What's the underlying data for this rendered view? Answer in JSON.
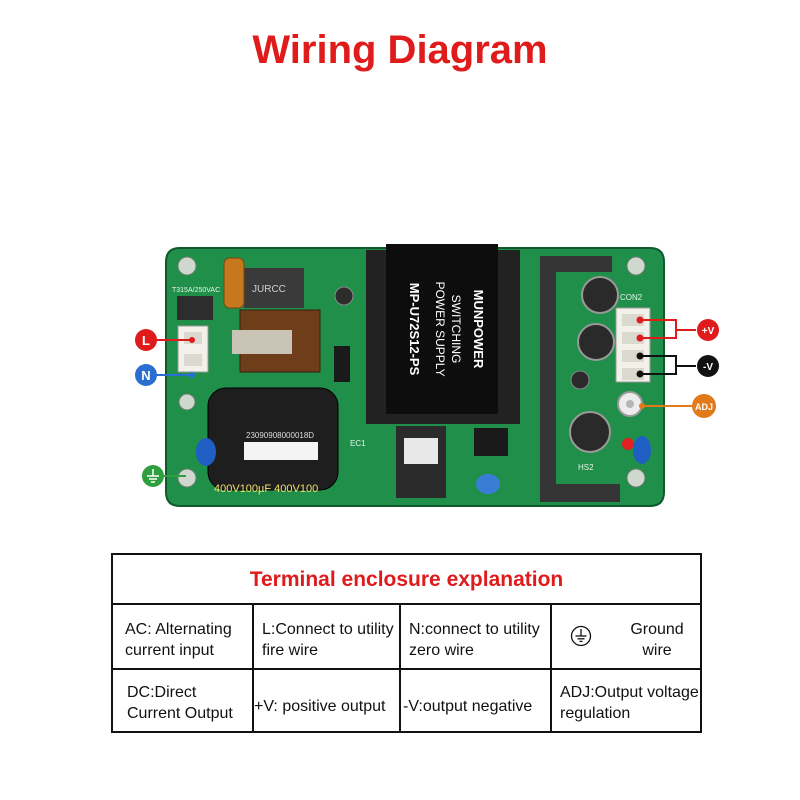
{
  "title": "Wiring Diagram",
  "colors": {
    "title": "#e01b1b",
    "live": "#e01b1b",
    "neutral": "#2a6fd0",
    "ground": "#2f9e3f",
    "adj": "#e07a1a",
    "pcb": "#1f8f4a"
  },
  "board": {
    "callouts": {
      "live": "L",
      "neutral": "N",
      "pos": "+V",
      "neg": "-V",
      "adj": "ADJ"
    },
    "module_brand": "MUNPOWER",
    "module_type_1": "SWITCHING",
    "module_type_2": "POWER SUPPLY",
    "module_model": "MP-U72S12-PS",
    "fuse_label": "T315A/250VAC",
    "choke_label": "JURCC",
    "cap_label": "400V100µF 400V100",
    "barcode_text": "23090908000018D",
    "con_label": "CON2",
    "hs_label": "HS2",
    "ec_label": "EC1"
  },
  "table": {
    "header": "Terminal enclosure explanation",
    "cells": [
      "AC: Alternating current input",
      "L:Connect to utility fire wire",
      "N:connect to utility zero wire",
      "Ground wire",
      "DC:Direct Current Output",
      "+V: positive output",
      "-V:output negative",
      "ADJ:Output voltage regulation"
    ],
    "ground_symbol": "ground-icon"
  }
}
